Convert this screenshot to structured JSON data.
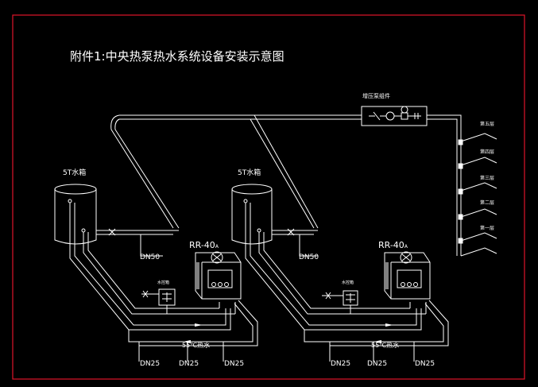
{
  "title": "附件1:中央热泵热水系统设备安装示意图",
  "pump_label": "增压泵组件",
  "left_tank": {
    "label": "5T水箱",
    "outlet_size": "DN50"
  },
  "right_tank": {
    "label": "5T水箱",
    "outlet_size": "DN50"
  },
  "left_unit": {
    "model": "RR-40",
    "model_suffix": "A",
    "controller_label": "水控箱",
    "hot_water_label": "55℃热水",
    "pipe_sizes": [
      "DN25",
      "DN25",
      "DN25"
    ]
  },
  "right_unit": {
    "model": "RR-40",
    "model_suffix": "A",
    "controller_label": "水控箱",
    "hot_water_label": "55℃热水",
    "pipe_sizes": [
      "DN25",
      "DN25",
      "DN25"
    ]
  },
  "floors": [
    "第五层",
    "第四层",
    "第三层",
    "第二层",
    "第一层"
  ],
  "colors": {
    "background": "#000000",
    "frame": "#e0142a",
    "line": "#ffffff"
  }
}
